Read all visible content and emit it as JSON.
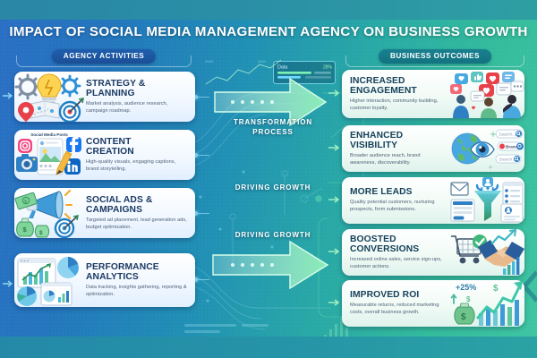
{
  "page": {
    "title": "IMPACT OF SOCIAL MEDIA MANAGEMENT AGENCY ON BUSINESS GROWTH"
  },
  "colors": {
    "bg_left": "#2a6fc4",
    "bg_right": "#3ec5a2",
    "strip": "#2a8fa6",
    "pill_left": "#1f5fae",
    "pill_right": "#18808f",
    "card_title_left": "#1b3a63",
    "card_title_right": "#16415a",
    "arrow_green": "#9ff0c0"
  },
  "left_section": {
    "header": "AGENCY ACTIVITIES",
    "items": [
      {
        "title": "STRATEGY &\nPLANNING",
        "title_line1": "STRATEGY &",
        "title_line2": "PLANNING",
        "desc": "Market analysis, audience research, campaign roadmap.",
        "icons": [
          "gear-icon",
          "lightbulb-icon",
          "map-pin-icon",
          "target-icon"
        ]
      },
      {
        "title": "CONTENT\nCREATION",
        "title_line1": "CONTENT",
        "title_line2": "CREATION",
        "desc": "High-quality visuals, engaging captions, brand storytelling.",
        "mini_label": "Social Media Posts",
        "icons": [
          "instagram-icon",
          "facebook-icon",
          "linkedin-icon",
          "camera-icon",
          "pencil-icon"
        ]
      },
      {
        "title": "SOCIAL ADS &\nCAMPAIGNS",
        "title_line1": "SOCIAL ADS &",
        "title_line2": "CAMPAIGNS",
        "desc": "Targeted ad placement, lead generation ads, budget optimization.",
        "icons": [
          "megaphone-icon",
          "money-bill-icon",
          "money-bag-icon",
          "target-icon"
        ]
      },
      {
        "title": "PERFORMANCE\nANALYTICS",
        "title_line1": "PERFORMANCE",
        "title_line2": "ANALYTICS",
        "desc": "Data tracking, insights gathering, reporting & optimization.",
        "icons": [
          "line-chart-icon",
          "bar-chart-icon",
          "pie-chart-icon",
          "dashboard-icon"
        ]
      }
    ]
  },
  "right_section": {
    "header": "BUSINESS OUTCOMES",
    "items": [
      {
        "title": "INCREASED\nENGAGEMENT",
        "title_line1": "INCREASED",
        "title_line2": "ENGAGEMENT",
        "desc": "Higher interaction, community building, customer loyalty.",
        "icons": [
          "heart-icon",
          "thumbs-up-icon",
          "chat-bubble-icon",
          "people-icon"
        ]
      },
      {
        "title": "ENHANCED\nVISIBILITY",
        "title_line1": "ENHANCED",
        "title_line2": "VISIBILITY",
        "desc": "Broader audience reach, brand awareness, discoverability.",
        "icons": [
          "globe-icon",
          "eye-icon",
          "search-box-icon"
        ],
        "search_placeholder": "Search...",
        "search_placeholder_2": "Search",
        "brand_chip": "Brand"
      },
      {
        "title": "MORE LEADS",
        "title_line1": "MORE LEADS",
        "title_line2": "",
        "desc": "Quality potential customers, nurturing prospects, form submissions.",
        "icons": [
          "envelope-icon",
          "funnel-icon",
          "user-card-icon",
          "form-icon"
        ]
      },
      {
        "title": "BOOSTED\nCONVERSIONS",
        "title_line1": "BOOSTED",
        "title_line2": "CONVERSIONS",
        "desc": "Increased online sales, service sign-ups, customer actions.",
        "icons": [
          "shopping-cart-icon",
          "check-circle-icon",
          "handshake-icon",
          "bar-chart-icon"
        ]
      },
      {
        "title": "IMPROVED ROI",
        "title_line1": "IMPROVED ROI",
        "title_line2": "",
        "desc": "Measurable returns, reduced marketing costs, overall business growth.",
        "badge": "+25%",
        "icons": [
          "money-bag-icon",
          "dollar-icon",
          "growth-arrow-icon",
          "bar-chart-icon"
        ]
      }
    ]
  },
  "center": {
    "labels": [
      {
        "text": "TRANSFORMATION",
        "sub": "PROCESS"
      },
      {
        "text": "DRIVING GROWTH",
        "sub": ""
      },
      {
        "text": "DRIVING GROWTH",
        "sub": ""
      }
    ],
    "panel": {
      "caption": "Data",
      "value": "28%"
    }
  }
}
